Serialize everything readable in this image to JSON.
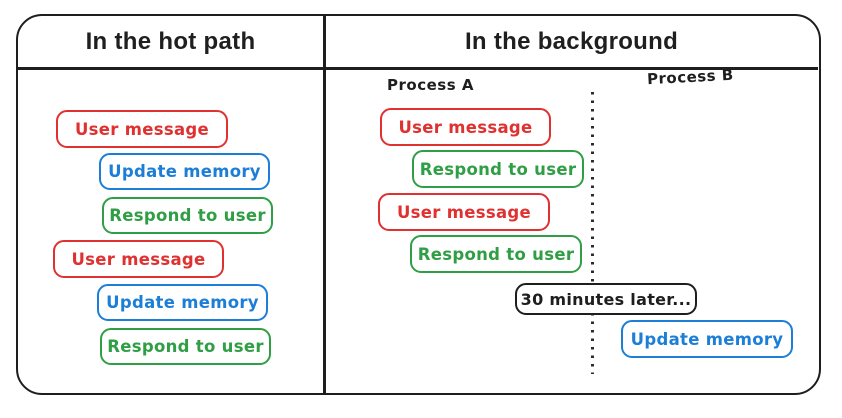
{
  "header": {
    "left_title": "In the hot path",
    "right_title": "In the background"
  },
  "hot_path": {
    "steps": [
      {
        "label": "User message",
        "type": "user_message"
      },
      {
        "label": "Update memory",
        "type": "update_memory"
      },
      {
        "label": "Respond to user",
        "type": "respond_to_user"
      },
      {
        "label": "User message",
        "type": "user_message"
      },
      {
        "label": "Update memory",
        "type": "update_memory"
      },
      {
        "label": "Respond to user",
        "type": "respond_to_user"
      }
    ]
  },
  "background": {
    "process_a_label": "Process A",
    "process_b_label": "Process B",
    "process_a_steps": [
      {
        "label": "User message",
        "type": "user_message"
      },
      {
        "label": "Respond to user",
        "type": "respond_to_user"
      },
      {
        "label": "User message",
        "type": "user_message"
      },
      {
        "label": "Respond to user",
        "type": "respond_to_user"
      }
    ],
    "timer_label": "30 minutes later...",
    "process_b_steps": [
      {
        "label": "Update memory",
        "type": "update_memory"
      }
    ]
  },
  "colors": {
    "user_message": "#e03131",
    "update_memory": "#1c7ed6",
    "respond_to_user": "#2f9e44",
    "timer": "#1e1e1e",
    "frame": "#1e1e1e"
  }
}
